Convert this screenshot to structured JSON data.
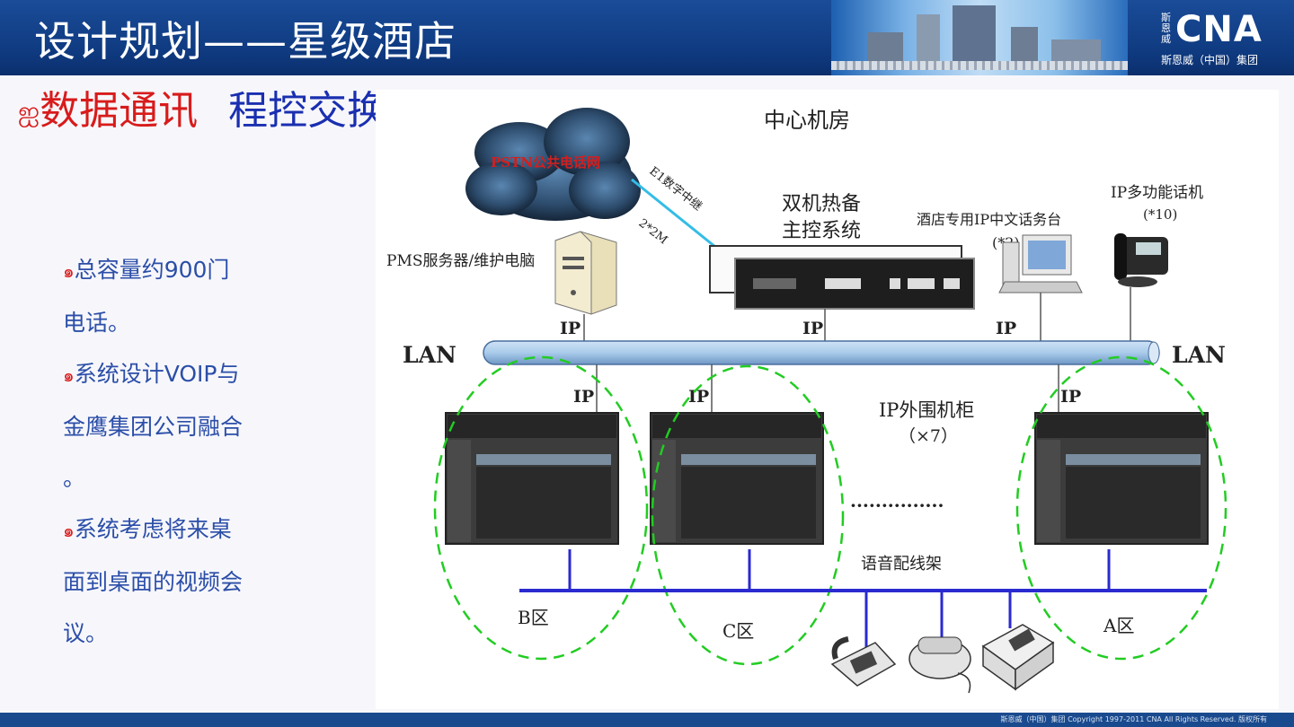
{
  "header": {
    "title": "设计规划——星级酒店",
    "logo": {
      "brand": "CNA",
      "chinese_small": "斯恩威",
      "subtitle": "斯恩威（中国）集团"
    }
  },
  "section": {
    "bullet_symbol": "ஐ",
    "title_red": "数据通讯",
    "title_blue": "程控交换机"
  },
  "bullets": [
    {
      "symbol": "๑",
      "lines": [
        "总容量约900门",
        "电话。"
      ]
    },
    {
      "symbol": "๑",
      "lines": [
        "系统设计VOIP与",
        "金鹰集团公司融合",
        "。"
      ]
    },
    {
      "symbol": "๑",
      "lines": [
        "系统考虑将来桌",
        "面到桌面的视频会",
        "议。"
      ]
    }
  ],
  "diagram": {
    "center_room": "中心机房",
    "pstn": "PSTN公共电话网",
    "e1": "E1数字中继",
    "e1_capacity": "2*2M",
    "pms": "PMS服务器/维护电脑",
    "dual_host_line1": "双机热备",
    "dual_host_line2": "主控系统",
    "console_line1": "酒店专用IP中文话务台",
    "console_line2": "(*2)",
    "ip_phone_line1": "IP多功能话机",
    "ip_phone_line2": "(*10)",
    "lan_left": "LAN",
    "lan_right": "LAN",
    "ip": "IP",
    "cabinet_line1": "IP外围机柜",
    "cabinet_line2": "（×7）",
    "dots": "···············",
    "mdf": "语音配线架",
    "zones": {
      "b": "B区",
      "c": "C区",
      "a": "A区"
    }
  },
  "footer": {
    "copyright": "斯恩威（中国）集团   Copyright 1997-2011 CNA All Rights Reserved. 版权所有"
  },
  "colors": {
    "header_bg": "#1a4c98",
    "red": "#d81b1b",
    "blue": "#1a2fb0",
    "bus_blue": "#2a2ad0",
    "zone_green": "#22cc22"
  }
}
